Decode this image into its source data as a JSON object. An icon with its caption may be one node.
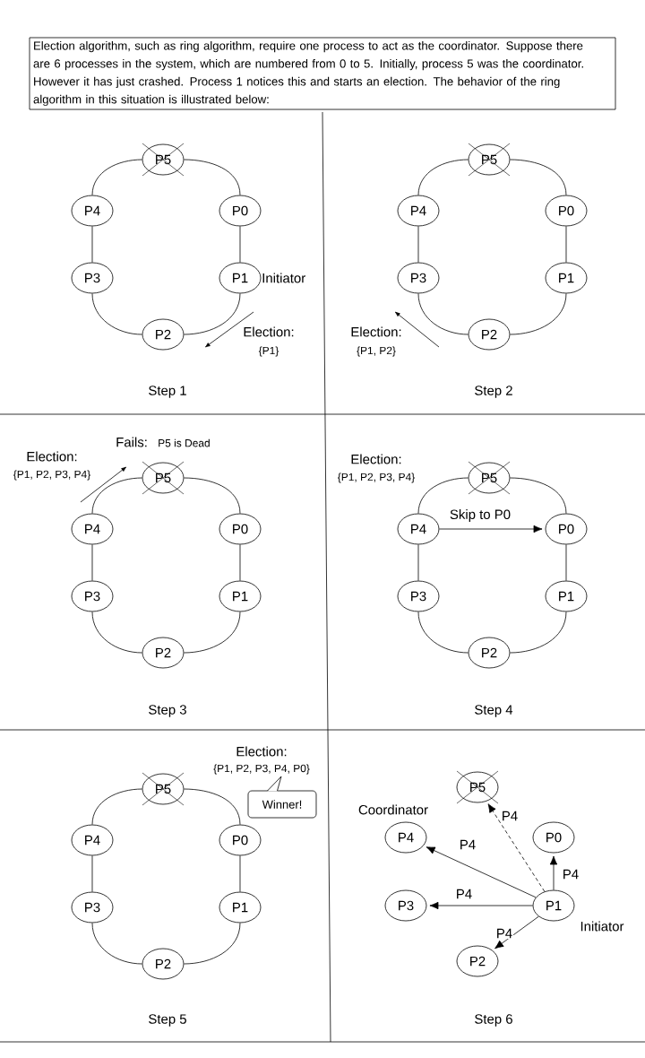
{
  "diagram": {
    "nodes": [
      {
        "text": [
          "Election algorithm, such as ring algorithm, require one process to act as the coordinator. Suppose there are 6 processes in the system, which are numbered from 0 to 5. Initially, process 5 was the coordinator. However it has just crashed. Process 1 notices this and starts an election. The behavior of the ring algorithm in this situation is illustrated below:"
        ]
      },
      {
        "text": [
          "P5"
        ]
      },
      {
        "text": [
          "P4"
        ]
      },
      {
        "text": [
          "P0"
        ]
      },
      {
        "text": [
          "P3"
        ]
      },
      {
        "text": [
          "P1"
        ],
        "beside": [
          "Initiator"
        ]
      },
      {
        "text": [
          "P2"
        ]
      },
      {
        "text": [
          "P5"
        ]
      },
      {
        "text": [
          "P4"
        ]
      },
      {
        "text": [
          "P0"
        ]
      },
      {
        "text": [
          "P3"
        ]
      },
      {
        "text": [
          "P1"
        ]
      },
      {
        "text": [
          "P2"
        ]
      },
      {
        "text": [
          "P5"
        ]
      },
      {
        "text": [
          "P4"
        ]
      },
      {
        "text": [
          "P0"
        ]
      },
      {
        "text": [
          "P3"
        ]
      },
      {
        "text": [
          "P1"
        ]
      },
      {
        "text": [
          "P2"
        ]
      },
      {
        "text": [
          "P5"
        ]
      },
      {
        "text": [
          "P4"
        ]
      },
      {
        "text": [
          "P0"
        ]
      },
      {
        "text": [
          "P3"
        ]
      },
      {
        "text": [
          "P1"
        ]
      },
      {
        "text": [
          "P2"
        ]
      },
      {
        "text": [
          "P5"
        ]
      },
      {
        "text": [
          "P4"
        ]
      },
      {
        "text": [
          "P0"
        ]
      },
      {
        "text": [
          "P3"
        ]
      },
      {
        "text": [
          "P1"
        ]
      },
      {
        "text": [
          "P2"
        ]
      },
      {
        "text": [
          "Winner!"
        ]
      },
      {
        "text": [
          "P5"
        ]
      },
      {
        "text": [
          "P4"
        ],
        "beside": [
          "Coordinator"
        ]
      },
      {
        "text": [
          "P0"
        ]
      },
      {
        "text": [
          "P3"
        ]
      },
      {
        "text": [
          "P1"
        ],
        "beside": [
          "Initiator"
        ]
      },
      {
        "text": [
          "P2"
        ]
      }
    ],
    "edges": [
      {
        "from": 1,
        "to": 3,
        "arrow": "none"
      },
      {
        "from": 3,
        "to": 5,
        "arrow": "none"
      },
      {
        "from": 5,
        "to": 6,
        "arrow": "none"
      },
      {
        "from": 6,
        "to": 4,
        "arrow": "none"
      },
      {
        "from": 4,
        "to": 2,
        "arrow": "none"
      },
      {
        "from": 2,
        "to": 1,
        "arrow": "none"
      },
      {
        "from": 7,
        "to": 9,
        "arrow": "none"
      },
      {
        "from": 9,
        "to": 11,
        "arrow": "none"
      },
      {
        "from": 11,
        "to": 12,
        "arrow": "none"
      },
      {
        "from": 12,
        "to": 10,
        "arrow": "none"
      },
      {
        "from": 10,
        "to": 8,
        "arrow": "none"
      },
      {
        "from": 8,
        "to": 7,
        "arrow": "none"
      },
      {
        "from": 13,
        "to": 15,
        "arrow": "none"
      },
      {
        "from": 15,
        "to": 17,
        "arrow": "none"
      },
      {
        "from": 17,
        "to": 18,
        "arrow": "none"
      },
      {
        "from": 18,
        "to": 16,
        "arrow": "none"
      },
      {
        "from": 16,
        "to": 14,
        "arrow": "none"
      },
      {
        "from": 14,
        "to": 13,
        "arrow": "none"
      },
      {
        "from": 19,
        "to": 21,
        "arrow": "none"
      },
      {
        "from": 21,
        "to": 23,
        "arrow": "none"
      },
      {
        "from": 23,
        "to": 24,
        "arrow": "none"
      },
      {
        "from": 24,
        "to": 22,
        "arrow": "none"
      },
      {
        "from": 22,
        "to": 20,
        "arrow": "none"
      },
      {
        "from": 20,
        "to": 19,
        "arrow": "none"
      },
      {
        "from": 25,
        "to": 27,
        "arrow": "none"
      },
      {
        "from": 27,
        "to": 29,
        "arrow": "none"
      },
      {
        "from": 29,
        "to": 30,
        "arrow": "none"
      },
      {
        "from": 30,
        "to": 28,
        "arrow": "none"
      },
      {
        "from": 28,
        "to": 26,
        "arrow": "none"
      },
      {
        "from": 26,
        "to": 25,
        "arrow": "none"
      },
      {
        "from": 20,
        "to": 21,
        "arrow": "to",
        "label": "Skip to P0"
      },
      {
        "from": 36,
        "to": 33,
        "arrow": "to",
        "label": "P4"
      },
      {
        "from": 36,
        "to": 32,
        "arrow": "to",
        "label": "P4",
        "style": "dashed"
      },
      {
        "from": 36,
        "to": 34,
        "arrow": "to",
        "label": "P4"
      },
      {
        "from": 36,
        "to": 35,
        "arrow": "to",
        "label": "P4"
      },
      {
        "from": 36,
        "to": 37,
        "arrow": "to",
        "label": "P4"
      }
    ],
    "labels": [
      "Election:",
      "{P1}",
      "Step 1",
      "Election:",
      "{P1, P2}",
      "Step 2",
      "Fails:",
      "P5 is Dead",
      "Election:",
      "{P1, P2, P3, P4}",
      "Step 3",
      "Election:",
      "{P1, P2, P3, P4}",
      "Step 4",
      "Election:",
      "{P1, P2, P3, P4, P0}",
      "Step 5",
      "Step 6"
    ]
  }
}
